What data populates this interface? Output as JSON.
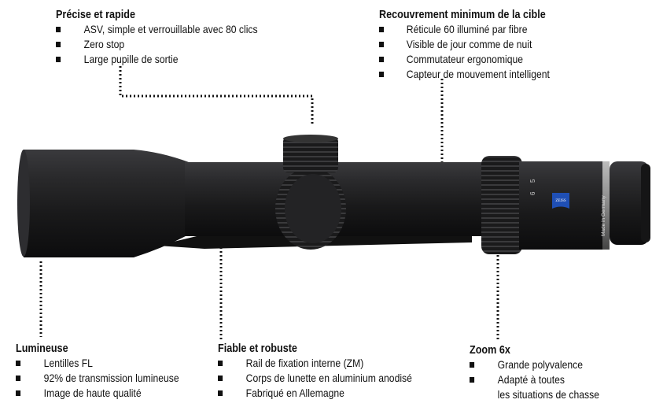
{
  "callouts": {
    "top_left": {
      "title": "Précise et rapide",
      "items": [
        "ASV, simple et verrouillable avec 80 clics",
        "Zero stop",
        "Large pupille de sortie"
      ]
    },
    "top_right": {
      "title": "Recouvrement minimum de la cible",
      "items": [
        "Réticule 60 illuminé par fibre",
        "Visible de jour comme de nuit",
        "Commutateur ergonomique",
        "Capteur de mouvement intelligent"
      ]
    },
    "bottom_left": {
      "title": "Lumineuse",
      "items": [
        "Lentilles FL",
        "92% de transmission lumineuse",
        "Image de haute qualité"
      ]
    },
    "bottom_center": {
      "title": "Fiable et robuste",
      "items": [
        "Rail de fixation interne (ZM)",
        "Corps de lunette en aluminium anodisé",
        "Fabriqué en Allemagne"
      ]
    },
    "bottom_right": {
      "title": "Zoom 6x",
      "items": [
        "Grande polyvalence",
        "Adapté à toutes",
        "les situations de chasse"
      ]
    }
  },
  "scope": {
    "brand_logo": "ZEISS",
    "made_in": "Made in Germany",
    "zoom_marks": [
      "5",
      "6"
    ],
    "colors": {
      "body": "#1c1c1e",
      "logo": "#1f4fb5",
      "ring": "#9a9a9a"
    }
  }
}
